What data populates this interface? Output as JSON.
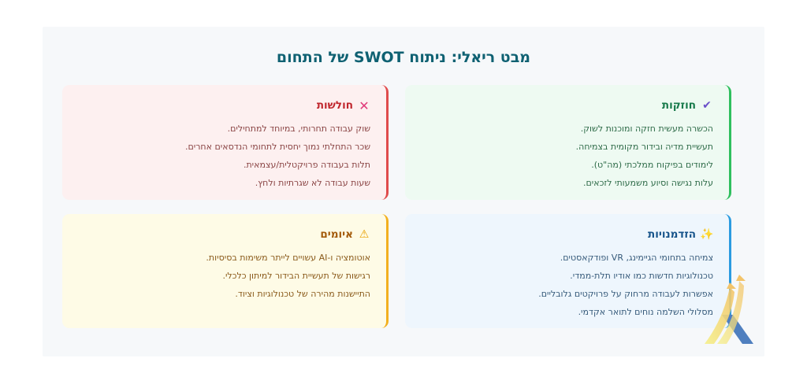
{
  "title": "מבט ריאלי: ניתוח SWOT של התחום",
  "strengths": {
    "heading": "חוזקות",
    "icon": "check-icon",
    "items": [
      "הכשרה מעשית חזקה ומוכנות לשוק.",
      "תעשיית מדיה ובידור מקומית בצמיחה.",
      "לימודים בפיקוח ממלכתי (מה\"ט).",
      "עלות נגישה וסיוע משמעותי לזכאים."
    ]
  },
  "weaknesses": {
    "heading": "חולשות",
    "icon": "x-icon",
    "items": [
      "שוק עבודה תחרותי, במיוחד למתחילים.",
      "שכר התחלתי נמוך יחסית לתחומי הנדסאים אחרים.",
      "תלות בעבודה פרויקטלית/עצמאית.",
      "שעות עבודה לא שגרתיות ולחץ."
    ]
  },
  "opportunities": {
    "heading": "הזדמנויות",
    "icon": "sparkles-icon",
    "items": [
      "צמיחה בתחומי הגיימינג, VR ופודקאסטים.",
      "טכנולוגיות חדשות כמו אודיו תלת-ממדי.",
      "אפשרות לעבודה מרחוק על פרויקטים גלובליים.",
      "מסלולי השלמה נוחים לתואר אקדמי."
    ]
  },
  "threats": {
    "heading": "איומים",
    "icon": "warning-icon",
    "items": [
      "אוטומציה ו-AI עשויים לייתר משימות בסיסיות.",
      "רגישות של תעשיית הבידור למיתון כלכלי.",
      "התיישנות מהירה של טכנולוגיות וציוד."
    ]
  }
}
